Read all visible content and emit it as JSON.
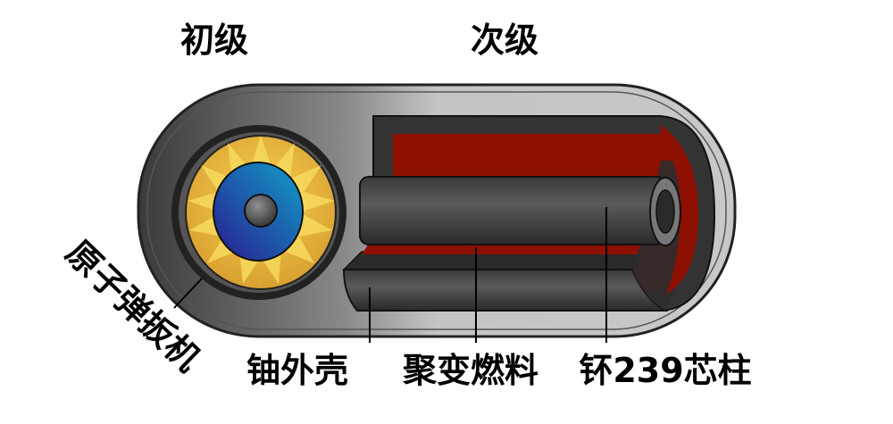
{
  "labels": {
    "primary": "初级",
    "secondary": "次级",
    "trigger": "原子弹扳机",
    "tamper": "铀外壳",
    "fusion_fuel": "聚变燃料",
    "spark_plug": "钚239芯柱"
  },
  "colors": {
    "casing": "#b0b0b0",
    "dark_shell": "#333333",
    "fusion_fuel": "#8e1000",
    "explosive": "#e8b040",
    "pusher": "#1a5aa8",
    "pit": "#606060"
  }
}
